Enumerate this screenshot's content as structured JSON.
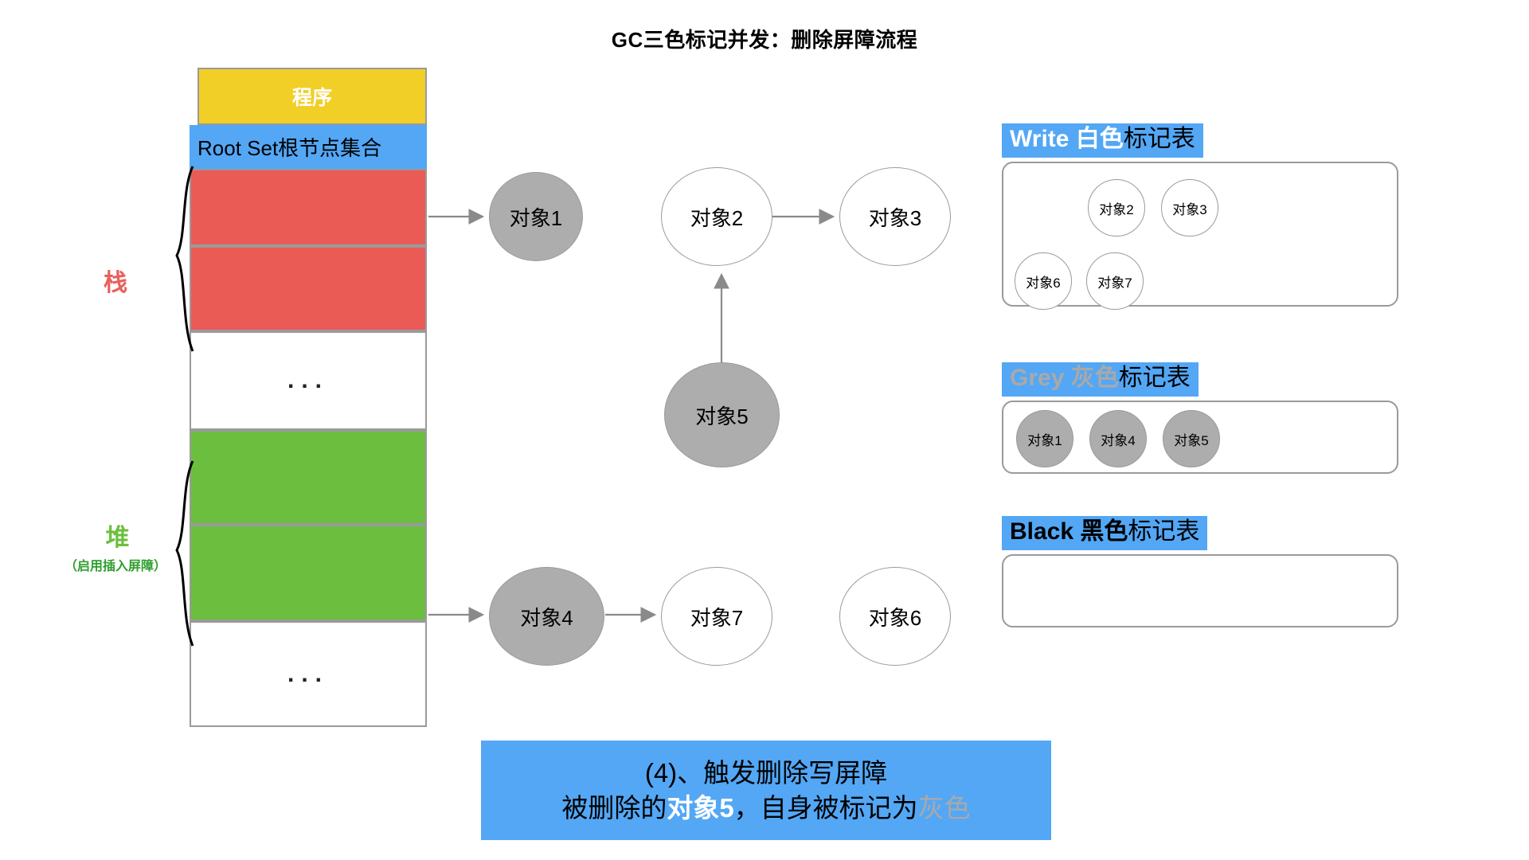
{
  "title": "GC三色标记并发：删除屏障流程",
  "memory_column": {
    "program_label": "程序",
    "root_set_label": "Root Set根节点集合",
    "dots": "...",
    "cells": [
      {
        "name": "stack-slot-1",
        "color": "#EA5B56",
        "text": ""
      },
      {
        "name": "stack-slot-2",
        "color": "#EA5B56",
        "text": ""
      },
      {
        "name": "stack-ellipsis",
        "color": "#ffffff",
        "text": "..."
      },
      {
        "name": "heap-slot-1",
        "color": "#6CBE3E",
        "text": ""
      },
      {
        "name": "heap-slot-2",
        "color": "#6CBE3E",
        "text": ""
      },
      {
        "name": "heap-ellipsis",
        "color": "#ffffff",
        "text": "..."
      }
    ]
  },
  "side_labels": {
    "stack": "栈",
    "heap": "堆",
    "heap_sub": "（启用插入屏障）"
  },
  "graph": {
    "nodes": [
      {
        "id": "obj1",
        "label": "对象1",
        "fill": "grey"
      },
      {
        "id": "obj2",
        "label": "对象2",
        "fill": "white"
      },
      {
        "id": "obj3",
        "label": "对象3",
        "fill": "white"
      },
      {
        "id": "obj5",
        "label": "对象5",
        "fill": "grey"
      },
      {
        "id": "obj4",
        "label": "对象4",
        "fill": "grey"
      },
      {
        "id": "obj7",
        "label": "对象7",
        "fill": "white"
      },
      {
        "id": "obj6",
        "label": "对象6",
        "fill": "white"
      }
    ],
    "edges": [
      {
        "from": "stack-slot-1",
        "to": "obj1"
      },
      {
        "from": "obj2",
        "to": "obj3"
      },
      {
        "from": "obj5",
        "to": "obj2"
      },
      {
        "from": "heap-slot-2",
        "to": "obj4"
      },
      {
        "from": "obj4",
        "to": "obj7"
      }
    ]
  },
  "tables": [
    {
      "id": "white-table",
      "head_en": "Write",
      "head_color_word": "白色",
      "head_tail": "标记表",
      "head_style": "white",
      "items": [
        {
          "label": "对象2",
          "fill": "white"
        },
        {
          "label": "对象3",
          "fill": "white"
        },
        {
          "label": "对象6",
          "fill": "white"
        },
        {
          "label": "对象7",
          "fill": "white"
        }
      ]
    },
    {
      "id": "grey-table",
      "head_en": "Grey",
      "head_color_word": "灰色",
      "head_tail": "标记表",
      "head_style": "grey",
      "items": [
        {
          "label": "对象1",
          "fill": "grey"
        },
        {
          "label": "对象4",
          "fill": "grey"
        },
        {
          "label": "对象5",
          "fill": "grey"
        }
      ]
    },
    {
      "id": "black-table",
      "head_en": "Black",
      "head_color_word": "黑色",
      "head_tail": "标记表",
      "head_style": "black",
      "items": []
    }
  ],
  "caption": {
    "line1": "(4)、触发删除写屏障",
    "line2_a": "被删除的",
    "line2_b": "对象5",
    "line2_c": "，自身被标记为",
    "line2_d": "灰色"
  },
  "colors": {
    "yellow": "#F2CF26",
    "blue": "#53A7F5",
    "red": "#EA5B56",
    "green": "#6CBE3E",
    "grey_node": "#ADADAD",
    "border_grey": "#9a9a9a"
  }
}
